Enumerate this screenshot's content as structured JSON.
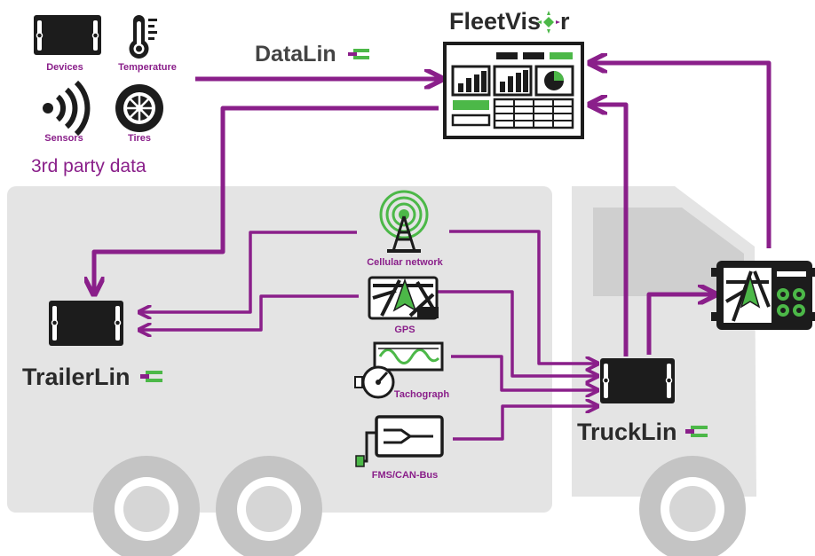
{
  "colors": {
    "accent": "#8a1f8a",
    "green": "#4cb848",
    "dark": "#1c1c1c",
    "truck": "#e4e4e4",
    "wheel": "#c8c8c8"
  },
  "third_party": {
    "devices_label": "Devices",
    "temperature_label": "Temperature",
    "sensors_label": "Sensors",
    "tires_label": "Tires",
    "caption": "3rd party data"
  },
  "brands": {
    "datalinc": "DataLin",
    "fleetvisor_a": "FleetVis",
    "fleetvisor_b": "r",
    "trailerlinc": "TrailerLin",
    "trucklinc": "TruckLin"
  },
  "sources": {
    "cellular": "Cellular network",
    "gps": "GPS",
    "tachograph": "Tachograph",
    "fms": "FMS/CAN-Bus"
  }
}
